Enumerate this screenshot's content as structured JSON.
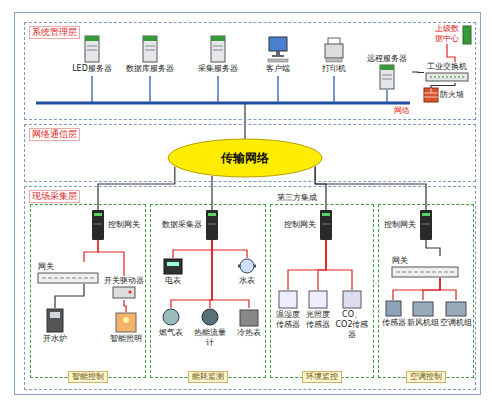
{
  "diagram": {
    "nodes": [
      {
        "text": [
          "系统管理层"
        ]
      },
      {
        "text": [
          "LED服务器"
        ],
        "in": 0
      },
      {
        "text": [
          "数据库服务器"
        ],
        "in": 0
      },
      {
        "text": [
          "采集服务器"
        ],
        "in": 0
      },
      {
        "text": [
          "客户端"
        ],
        "in": 0
      },
      {
        "text": [
          "打印机"
        ],
        "in": 0
      },
      {
        "text": [
          "远程服务器"
        ],
        "in": 0
      },
      {
        "text": [
          "上级数据中心"
        ],
        "in": 0
      },
      {
        "text": [
          "工业交换机"
        ],
        "in": 0
      },
      {
        "text": [
          "防火墙"
        ],
        "in": 0
      },
      {
        "text": [
          "网络通信层"
        ]
      },
      {
        "text": [
          "传输网络"
        ],
        "in": 10
      },
      {
        "text": [
          "现场采集层"
        ]
      },
      {
        "text": [
          "智能控制"
        ],
        "in": 12
      },
      {
        "text": [
          "控制网关"
        ],
        "in": 13
      },
      {
        "text": [
          "网关"
        ],
        "in": 13
      },
      {
        "text": [
          "开关驱动器"
        ],
        "in": 13
      },
      {
        "text": [
          "开水炉"
        ],
        "in": 13
      },
      {
        "text": [
          "智能照明"
        ],
        "in": 13
      },
      {
        "text": [
          "能耗监测"
        ],
        "in": 12
      },
      {
        "text": [
          "数据采集器"
        ],
        "in": 19
      },
      {
        "text": [
          "电表"
        ],
        "in": 19
      },
      {
        "text": [
          "水表"
        ],
        "in": 19
      },
      {
        "text": [
          "燃气表"
        ],
        "in": 19
      },
      {
        "text": [
          "热能流量计"
        ],
        "in": 19
      },
      {
        "text": [
          "冷热表"
        ],
        "in": 19
      },
      {
        "text": [
          "第三方集成",
          "环境监控"
        ],
        "in": 12
      },
      {
        "text": [
          "控制网关"
        ],
        "in": 26
      },
      {
        "text": [
          "温湿度传感器"
        ],
        "in": 26
      },
      {
        "text": [
          "光照度传感器"
        ],
        "in": 26
      },
      {
        "text": [
          "CO、CO2传感器"
        ],
        "in": 26
      },
      {
        "text": [
          "空调控制"
        ],
        "in": 12
      },
      {
        "text": [
          "控制网关"
        ],
        "in": 31
      },
      {
        "text": [
          "网关"
        ],
        "in": 31
      },
      {
        "text": [
          "传感器"
        ],
        "in": 31
      },
      {
        "text": [
          "新风机组"
        ],
        "in": 31
      },
      {
        "text": [
          "空调机组"
        ],
        "in": 31
      }
    ],
    "edges": [
      {
        "from": 6,
        "to": 8,
        "arrow": "none"
      },
      {
        "from": 8,
        "to": 9,
        "arrow": "none"
      },
      {
        "from": 8,
        "to": 7,
        "arrow": "none"
      },
      {
        "from": 11,
        "to": 14,
        "arrow": "none"
      },
      {
        "from": 11,
        "to": 20,
        "arrow": "none"
      },
      {
        "from": 11,
        "to": 27,
        "arrow": "none"
      },
      {
        "from": 11,
        "to": 32,
        "arrow": "none"
      },
      {
        "from": 14,
        "to": 15,
        "arrow": "none"
      },
      {
        "from": 14,
        "to": 16,
        "arrow": "none"
      },
      {
        "from": 15,
        "to": 17,
        "arrow": "none"
      },
      {
        "from": 16,
        "to": 18,
        "arrow": "none"
      },
      {
        "from": 20,
        "to": 21,
        "arrow": "none"
      },
      {
        "from": 20,
        "to": 22,
        "arrow": "none"
      },
      {
        "from": 20,
        "to": 23,
        "arrow": "none"
      },
      {
        "from": 20,
        "to": 24,
        "arrow": "none"
      },
      {
        "from": 20,
        "to": 25,
        "arrow": "none"
      },
      {
        "from": 27,
        "to": 28,
        "arrow": "none"
      },
      {
        "from": 27,
        "to": 29,
        "arrow": "none"
      },
      {
        "from": 27,
        "to": 30,
        "arrow": "none"
      },
      {
        "from": 32,
        "to": 33,
        "arrow": "none"
      },
      {
        "from": 33,
        "to": 34,
        "arrow": "none"
      },
      {
        "from": 33,
        "to": 35,
        "arrow": "none"
      },
      {
        "from": 33,
        "to": 36,
        "arrow": "none"
      }
    ],
    "labels": [
      "网络"
    ]
  }
}
